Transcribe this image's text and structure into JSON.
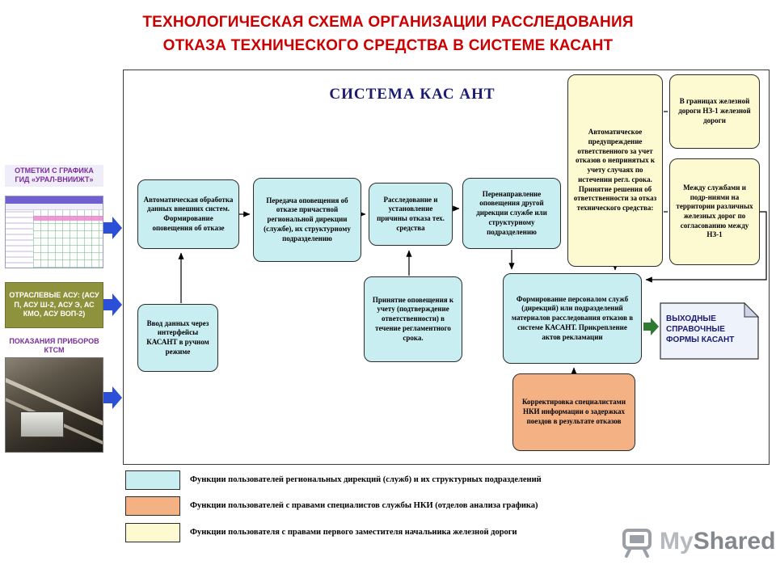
{
  "slide": {
    "title_line1": "ТЕХНОЛОГИЧЕСКАЯ СХЕМА ОРГАНИЗАЦИИ РАССЛЕДОВАНИЯ",
    "title_line2": "ОТКАЗА ТЕХНИЧЕСКОГО СРЕДСТВА В СИСТЕМЕ КАСАНТ"
  },
  "diagram": {
    "system_title": "СИСТЕМА КАС АНТ",
    "inputs": [
      {
        "label": "ОТМЕТКИ С ГРАФИКА ГИД «УРАЛ-ВНИИЖТ»",
        "image": "gid-traffic-schedule-screenshot"
      },
      {
        "label": "ОТРАСЛЕВЫЕ АСУ: (АСУ П, АСУ Ш-2, АСУ Э, АС КМО, АСУ ВОП-2)"
      },
      {
        "label": "ПОКАЗАНИЯ ПРИБОРОВ КТСМ",
        "image": "ktsm-device-photo"
      }
    ],
    "boxes": {
      "auto_processing": "Автоматическая обработка данных внешних систем. Формирование оповещения об отказе",
      "transfer": "Передача оповещения об отказе причастной региональной дирекции (службе), их структурному подразделению",
      "investigation": "Расследование и установление причины отказа тех. средства",
      "redirect": "Перенаправление оповещения другой дирекции службе или структурному подразделению",
      "acceptance": "Принятие оповещения к учету (подтверждение ответственности) в течение регламентного срока.",
      "manual_input": "Ввод данных через интерфейсы КАСАНТ в ручном режиме",
      "materials": "Формирование персоналом служб (дирекций) или подразделений материалов расследования отказов в системе КАСАНТ. Прикрепление актов рекламации",
      "correction": "Корректировка специалистами НКИ информации о задержках поездов в результате отказов",
      "auto_warning": "Автоматическое предупреждение ответственного за учет отказов о непринятых к учету случаях по истечении регл. срока. Принятие решения об ответственности за отказ технического средства:",
      "within_road": "В границах железной дороги НЗ-1 железной дороги",
      "between_services": "Между службами и подр-ниями на территории различных железных дорог по согласованию между НЗ-1",
      "output_forms": "ВЫХОДНЫЕ СПРАВОЧНЫЕ ФОРМЫ КАСАНТ"
    }
  },
  "legend": {
    "items": [
      {
        "swatch_color": "#c9eef2",
        "text": "Функции пользователей региональных дирекций (служб) и их структурных подразделений"
      },
      {
        "swatch_color": "#f4b183",
        "text": "Функции пользователей с правами специалистов  службы НКИ (отделов анализа графика)"
      },
      {
        "swatch_color": "#fdfad2",
        "text": "Функции пользователя с правами первого заместителя начальника железной дороги"
      }
    ]
  },
  "watermark": {
    "my": "My",
    "shared": "Shared"
  },
  "colors": {
    "title_red": "#cc0000",
    "system_title_navy": "#1b1b70",
    "box_cyan": "#c9eef2",
    "box_yellow": "#fdfad2",
    "box_orange": "#f4b183",
    "input_label_purple": "#7b2d9b",
    "asu_olive_bg": "#8f923c",
    "input_arrow_blue": "#2b4fd7",
    "output_arrow_green": "#2f7a33"
  }
}
